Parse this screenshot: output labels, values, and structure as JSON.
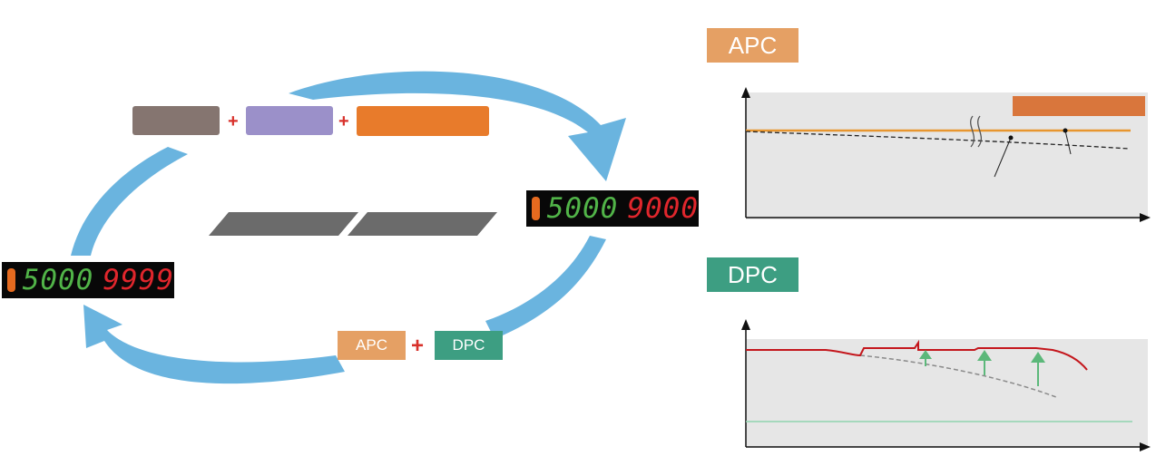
{
  "colors": {
    "arrow": "#6ab4df",
    "gray_block": "#857570",
    "purple_block": "#9b90c9",
    "orange_block": "#e87b2b",
    "apc_tag": "#e5a064",
    "dpc_tag": "#3d9e82",
    "plus": "#d8312b",
    "display_green": "#51b448",
    "display_red": "#e0262c",
    "chart_panel": "#e6e6e6",
    "apc_line": "#e8962f",
    "apc_label_box": "#d9763c",
    "dpc_red_line": "#c4161c",
    "dpc_green_arrow": "#5cb87a",
    "dpc_green_line": "#8fd3ad"
  },
  "cycle": {
    "display_right": {
      "green_value": "5000",
      "red_value": "9000"
    },
    "display_left": {
      "green_value": "5000",
      "red_value": "9999"
    },
    "plus_top_1": "+",
    "plus_top_2": "+",
    "bottom_tags": {
      "apc": "APC",
      "plus": "+",
      "dpc": "DPC"
    }
  },
  "panels": {
    "apc": {
      "title": "APC"
    },
    "dpc": {
      "title": "DPC"
    }
  }
}
